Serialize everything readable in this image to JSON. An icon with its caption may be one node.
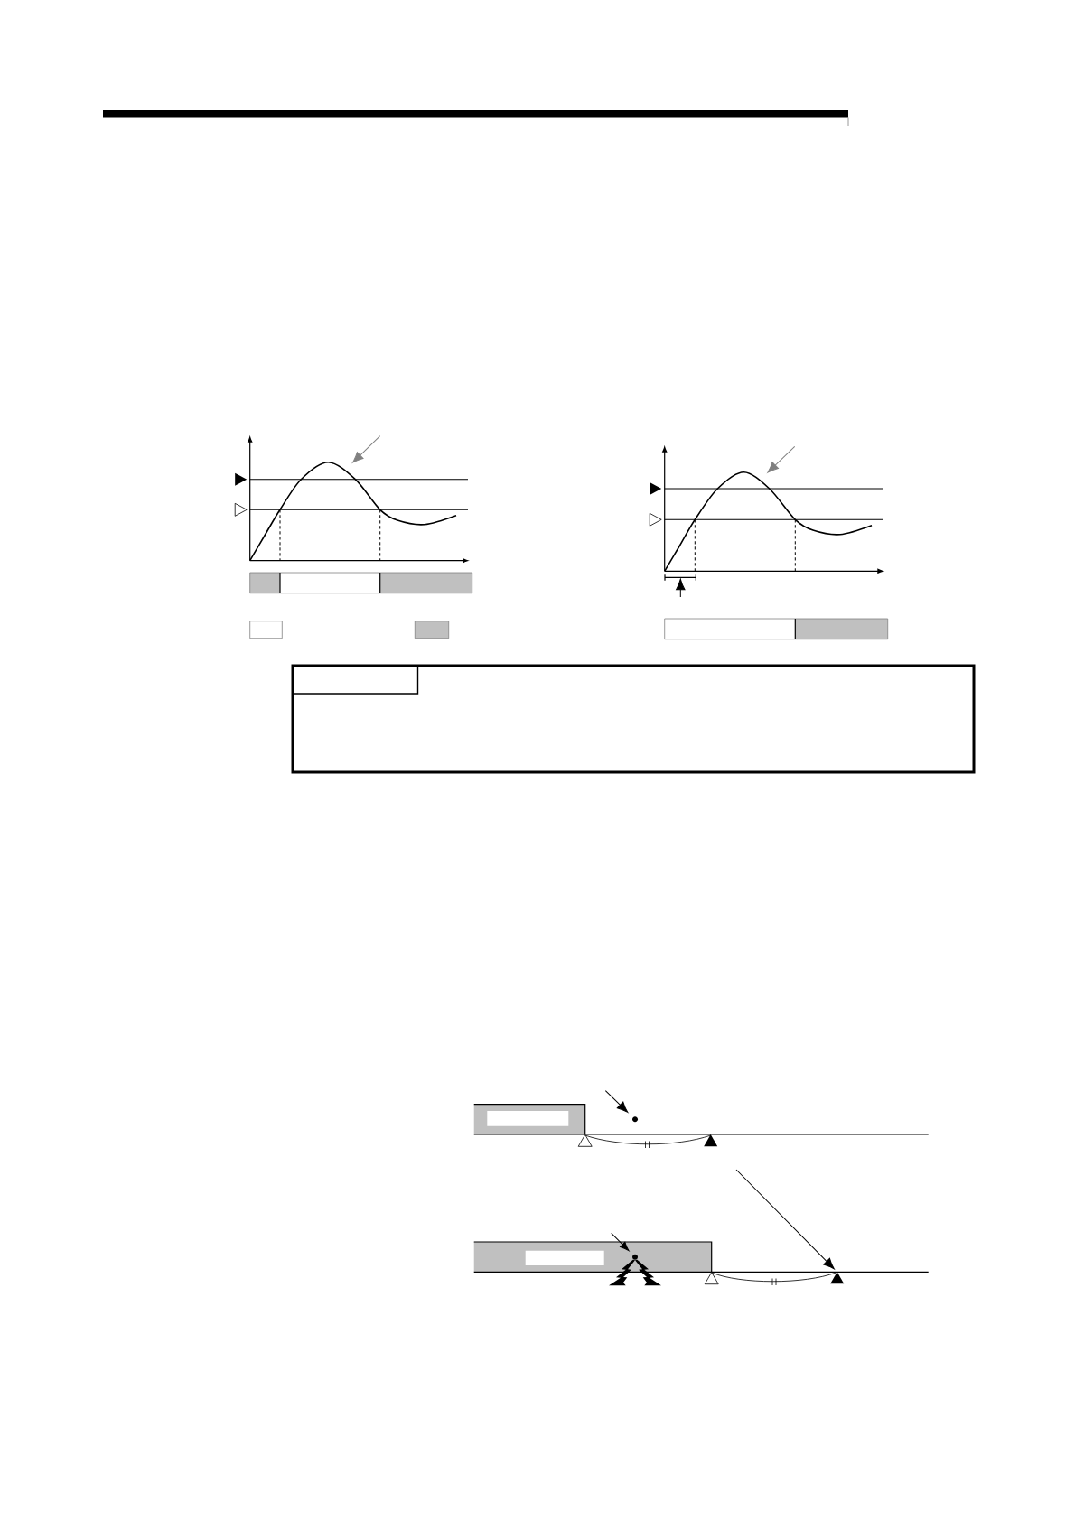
{
  "diagram": {
    "nodes": [
      {
        "text": [],
        "shape": "curve"
      },
      {
        "text": [],
        "shape": "curve"
      },
      {
        "text": [],
        "shape": "circle"
      },
      {
        "text": [],
        "shape": "circle"
      },
      {
        "text": [],
        "shape": "triangle"
      },
      {
        "text": [],
        "shape": "bracket"
      }
    ],
    "edges": [
      {
        "from": null,
        "to": 0,
        "arrow": "to",
        "color": "#808080"
      },
      {
        "from": null,
        "to": 1,
        "arrow": "to",
        "color": "#808080"
      },
      {
        "from": null,
        "to": 5,
        "arrow": "to"
      },
      {
        "from": null,
        "to": 2,
        "arrow": "to"
      },
      {
        "from": null,
        "to": 3,
        "arrow": "to"
      },
      {
        "from": null,
        "to": 4,
        "arrow": "to"
      }
    ]
  }
}
